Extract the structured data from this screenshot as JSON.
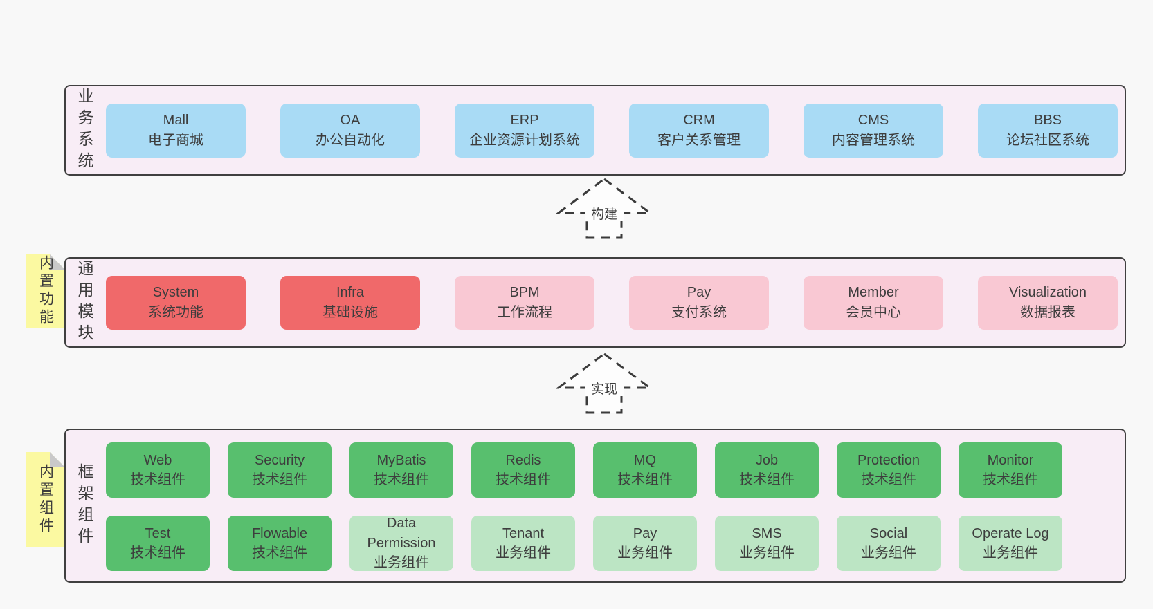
{
  "diagram": {
    "bands": {
      "business": {
        "label": "业务系统",
        "boxes": [
          {
            "title": "Mall",
            "subtitle": "电子商城"
          },
          {
            "title": "OA",
            "subtitle": "办公自动化"
          },
          {
            "title": "ERP",
            "subtitle": "企业资源计划系统"
          },
          {
            "title": "CRM",
            "subtitle": "客户关系管理"
          },
          {
            "title": "CMS",
            "subtitle": "内容管理系统"
          },
          {
            "title": "BBS",
            "subtitle": "论坛社区系统"
          }
        ]
      },
      "modules": {
        "label": "通用模块",
        "sticky": "内置功能",
        "boxes": [
          {
            "title": "System",
            "subtitle": "系统功能"
          },
          {
            "title": "Infra",
            "subtitle": "基础设施"
          },
          {
            "title": "BPM",
            "subtitle": "工作流程"
          },
          {
            "title": "Pay",
            "subtitle": "支付系统"
          },
          {
            "title": "Member",
            "subtitle": "会员中心"
          },
          {
            "title": "Visualization",
            "subtitle": "数据报表"
          }
        ]
      },
      "framework": {
        "label": "框架组件",
        "sticky": "内置组件",
        "row1": [
          {
            "title": "Web",
            "subtitle": "技术组件"
          },
          {
            "title": "Security",
            "subtitle": "技术组件"
          },
          {
            "title": "MyBatis",
            "subtitle": "技术组件"
          },
          {
            "title": "Redis",
            "subtitle": "技术组件"
          },
          {
            "title": "MQ",
            "subtitle": "技术组件"
          },
          {
            "title": "Job",
            "subtitle": "技术组件"
          },
          {
            "title": "Protection",
            "subtitle": "技术组件"
          },
          {
            "title": "Monitor",
            "subtitle": "技术组件"
          }
        ],
        "row2": [
          {
            "title": "Test",
            "subtitle": "技术组件"
          },
          {
            "title": "Flowable",
            "subtitle": "技术组件"
          },
          {
            "title": "Data Permission",
            "subtitle": "业务组件"
          },
          {
            "title": "Tenant",
            "subtitle": "业务组件"
          },
          {
            "title": "Pay",
            "subtitle": "业务组件"
          },
          {
            "title": "SMS",
            "subtitle": "业务组件"
          },
          {
            "title": "Social",
            "subtitle": "业务组件"
          },
          {
            "title": "Operate Log",
            "subtitle": "业务组件"
          }
        ]
      }
    },
    "arrows": {
      "build": "构建",
      "implement": "实现"
    },
    "colors": {
      "page_bg": "#f8f8f8",
      "band_bg": "#f8edf6",
      "border": "#404040",
      "text": "#3d3d3d",
      "blue": "#a9dbf5",
      "red": "#f0696a",
      "pink": "#f9c8d3",
      "green": "#58bf6e",
      "light_green": "#bce5c4",
      "sticky": "#fbf9a1",
      "fold": "#c9c9c9",
      "arrow_fill": "#fdfdfd",
      "arrow_stroke": "#3b3b3b"
    }
  }
}
